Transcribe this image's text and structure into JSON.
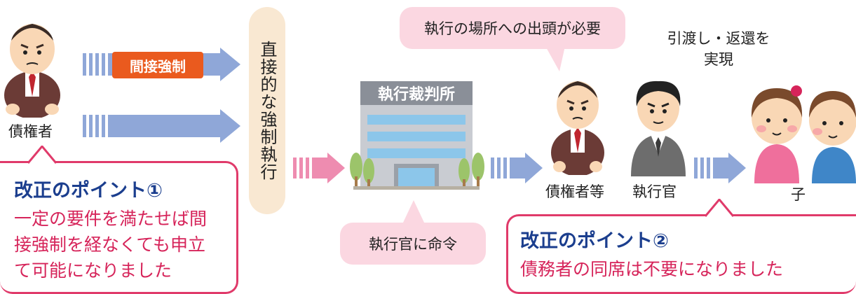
{
  "labels": {
    "debtor": "債権者",
    "indirect_enforcement": "間接強制",
    "direct_enforcement": "直接的な強制執行",
    "court": "執行裁判所",
    "order_pill": "執行官に命令",
    "appearance_pill": "執行の場所への出頭が必要",
    "realization": "引渡し・返還を\n実現",
    "creditors": "債権者等",
    "officer": "執行官",
    "child": "子"
  },
  "point1": {
    "title": "改正のポイント①",
    "lines": [
      "一定の要件を満たせば間",
      "接強制を経なくても申立",
      "て可能になりました"
    ]
  },
  "point2": {
    "title": "改正のポイント②",
    "text": "債務者の同席は不要になりました"
  },
  "colors": {
    "arrow_blue": "#8fa7d8",
    "arrow_pink": "#ee8cb0",
    "callout_border": "#e03a6a",
    "callout_title": "#1b3e8e",
    "orange": "#ea5a1e",
    "pill_pink": "#fbd7e1",
    "vertical_bg": "#f9e8d2"
  }
}
